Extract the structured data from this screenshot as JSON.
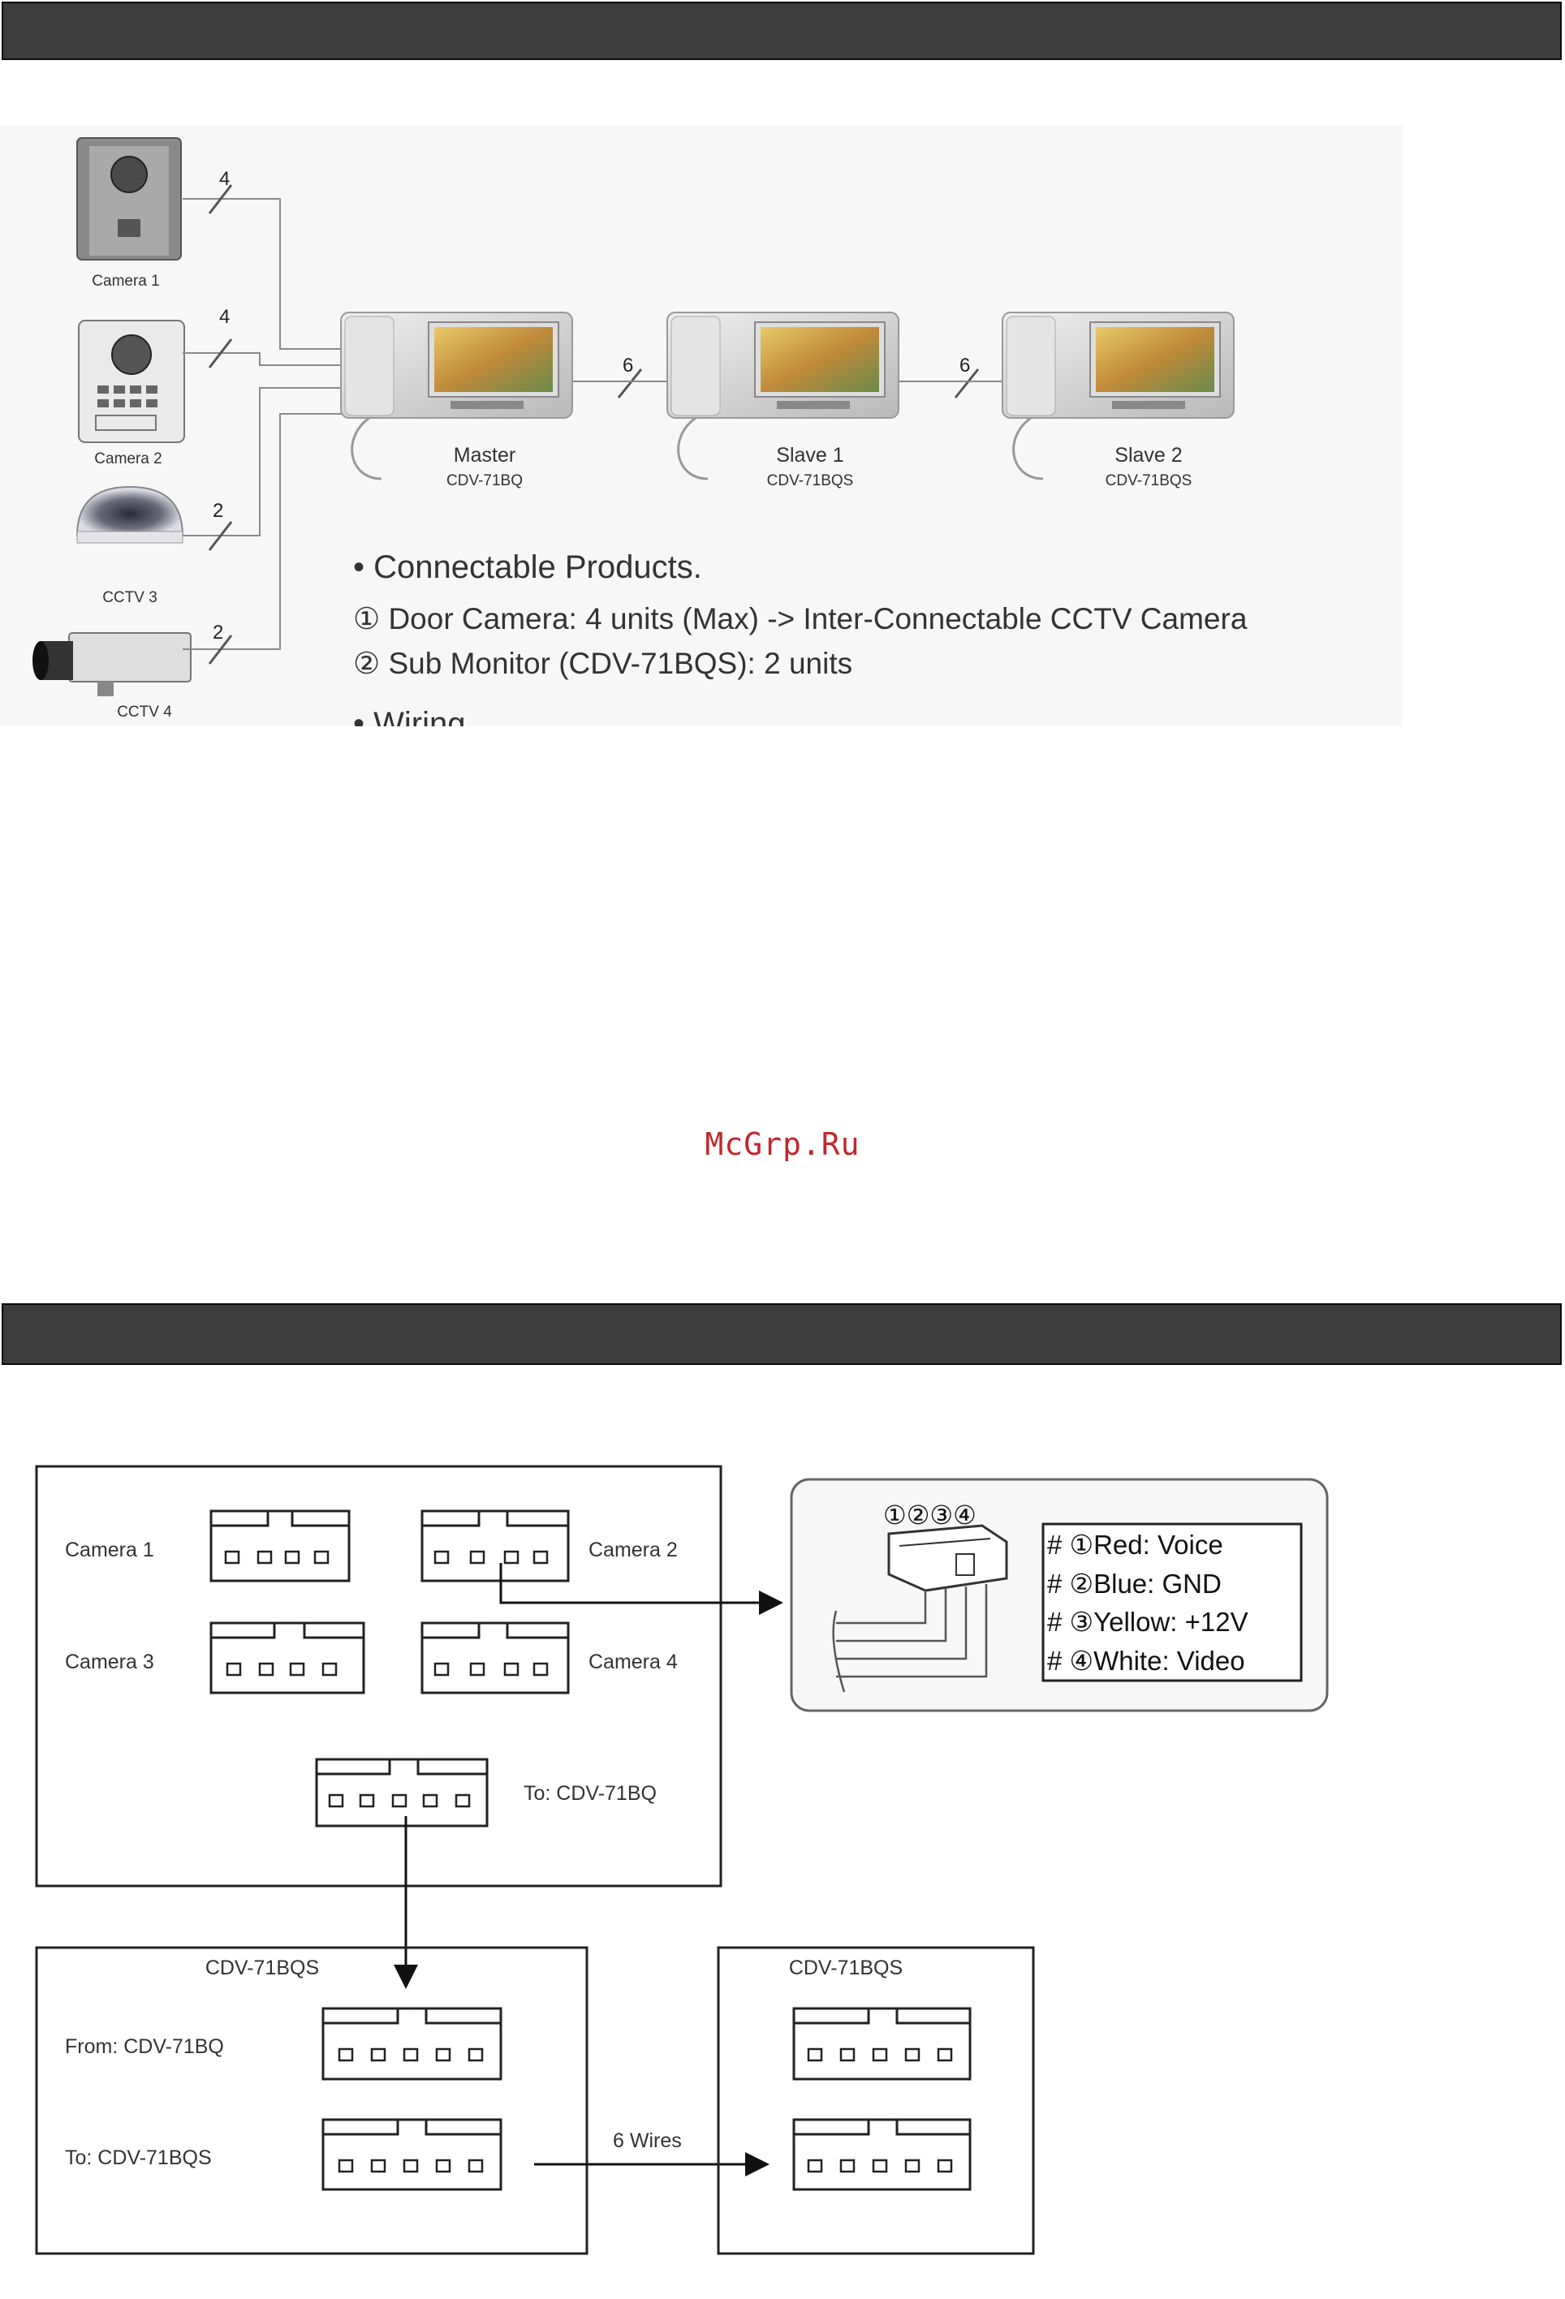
{
  "watermark": "McGrp.Ru",
  "top_diagram": {
    "cameras": [
      {
        "label": "Camera 1",
        "wires": "4"
      },
      {
        "label": "Camera 2",
        "wires": "4"
      },
      {
        "label": "CCTV 3",
        "wires": "2"
      },
      {
        "label": "CCTV 4",
        "wires": "2"
      }
    ],
    "monitors": [
      {
        "name": "Master",
        "model": "CDV-71BQ"
      },
      {
        "name": "Slave 1",
        "model": "CDV-71BQS"
      },
      {
        "name": "Slave 2",
        "model": "CDV-71BQS"
      }
    ],
    "link_wires": [
      "6",
      "6"
    ],
    "products_heading": "• Connectable Products.",
    "products": [
      "① Door Camera: 4 units (Max) -> Inter-Connectable CCTV Camera",
      "② Sub Monitor (CDV-71BQS): 2 units"
    ],
    "cut_text": "• Wiring"
  },
  "wiring_diagram": {
    "camera_ports": [
      "Camera 1",
      "Camera 2",
      "Camera 3",
      "Camera 4"
    ],
    "to_master": "To: CDV-71BQ",
    "pin_numbers": "①②③④",
    "legend": [
      "# ①Red:  Voice",
      "# ②Blue: GND",
      "# ③Yellow: +12V",
      "# ④White: Video"
    ],
    "slave_box_1": {
      "title": "CDV-71BQS",
      "from": "From: CDV-71BQ",
      "to": "To: CDV-71BQS"
    },
    "six_wires": "6 Wires",
    "slave_box_2": {
      "title": "CDV-71BQS"
    }
  }
}
